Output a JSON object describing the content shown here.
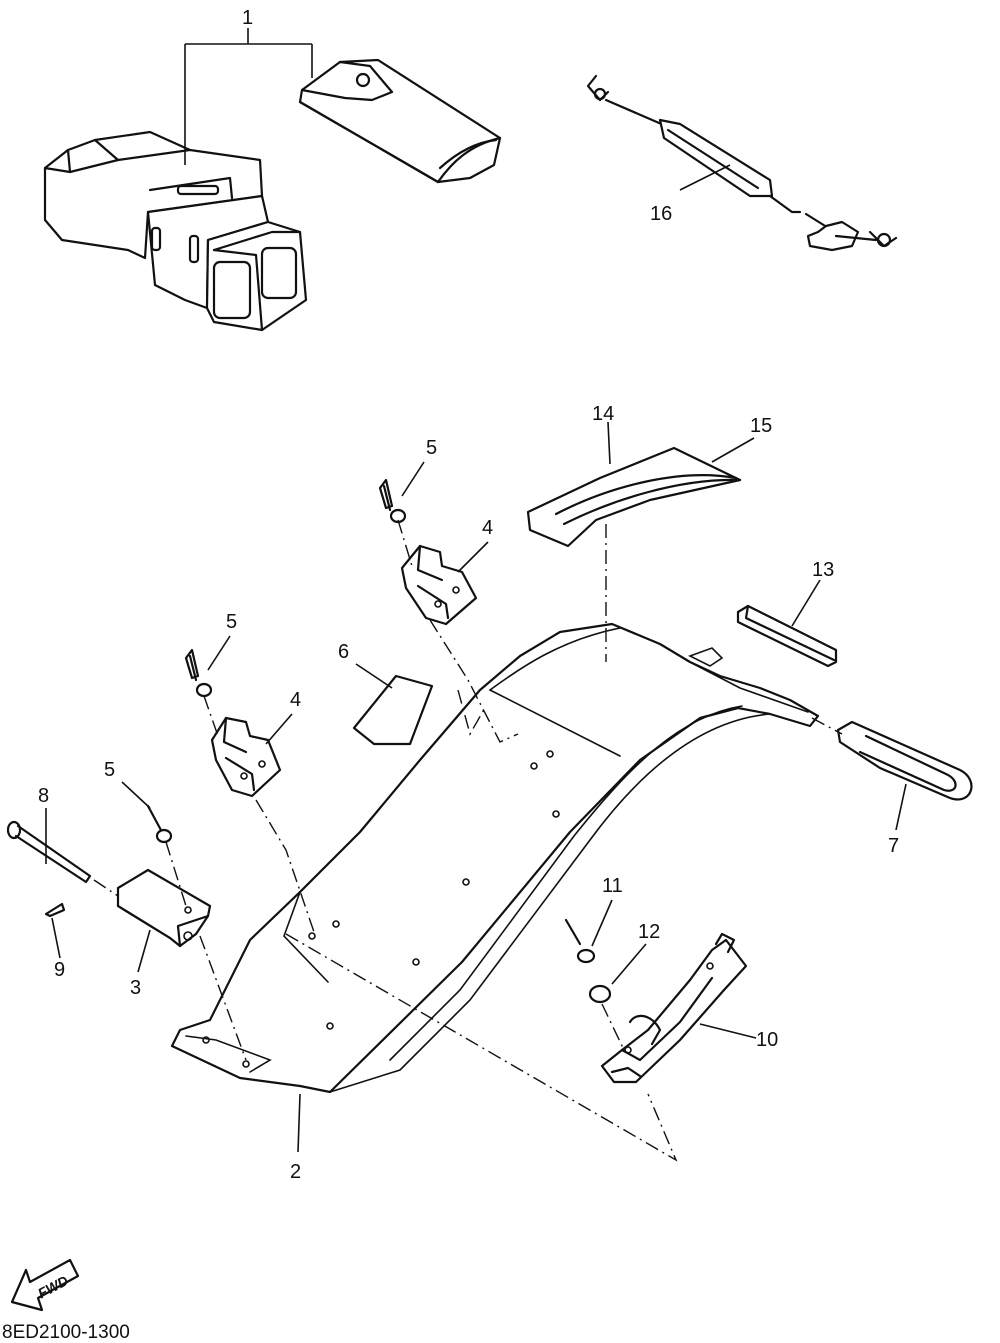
{
  "diagram_code": "8ED2100-1300",
  "direction_label": "FWD",
  "callouts": [
    "1",
    "16",
    "14",
    "15",
    "5",
    "4",
    "13",
    "5",
    "6",
    "4",
    "5",
    "8",
    "7",
    "9",
    "3",
    "11",
    "12",
    "10",
    "2"
  ]
}
